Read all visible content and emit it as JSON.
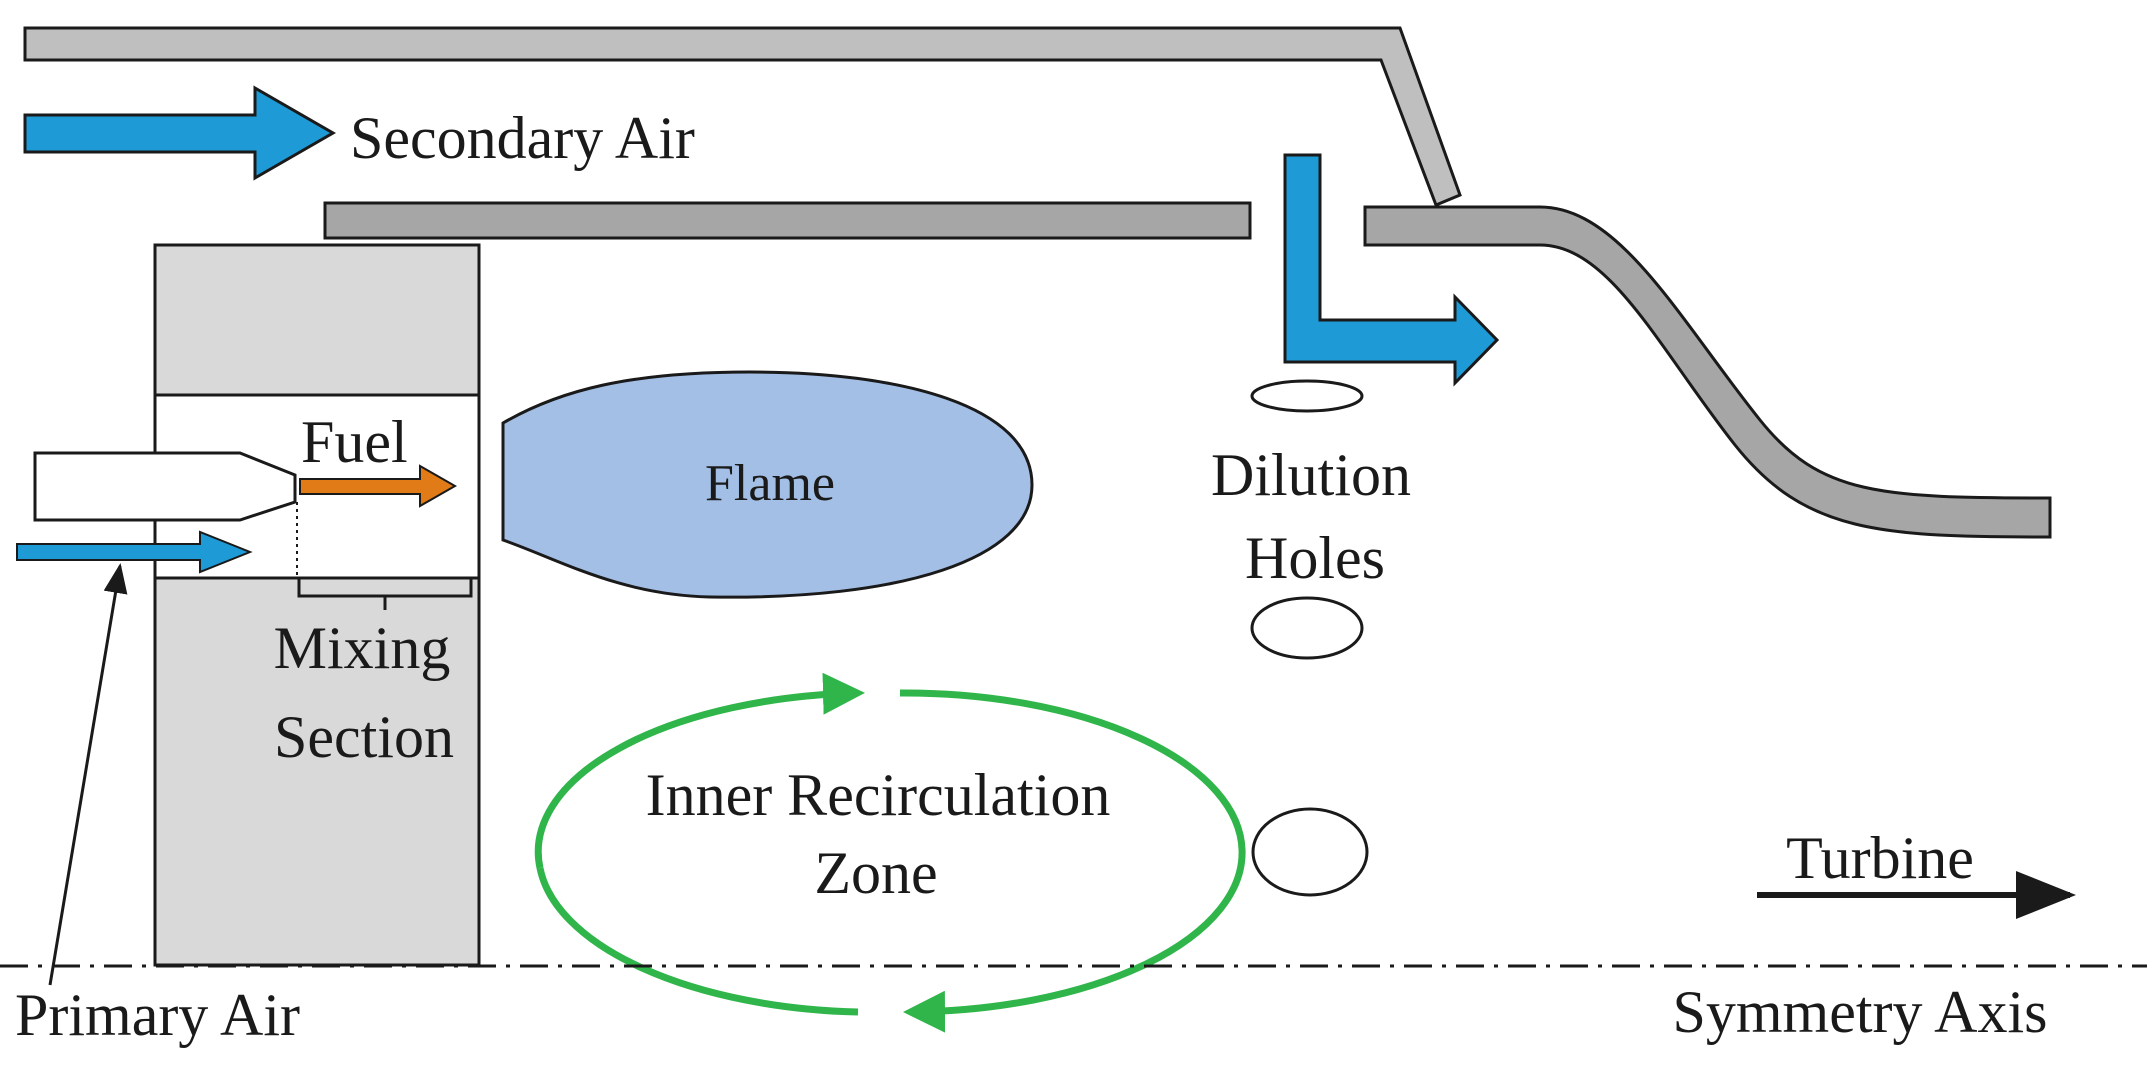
{
  "labels": {
    "secondary_air": "Secondary Air",
    "fuel": "Fuel",
    "flame": "Flame",
    "dilution_line1": "Dilution",
    "dilution_line2": "Holes",
    "mixing_line1": "Mixing",
    "mixing_line2": "Section",
    "recirc_line1": "Inner Recirculation",
    "recirc_line2": "Zone",
    "turbine": "Turbine",
    "primary_air": "Primary Air",
    "symmetry_axis": "Symmetry Axis"
  },
  "colors": {
    "air_arrow": "#1e9ad6",
    "fuel_arrow": "#e07b17",
    "flame_fill": "#a3bfe6",
    "recirculation": "#2fb54a",
    "casing_fill": "#bfbfbf",
    "liner_fill": "#a6a6a6",
    "mixing_block": "#d9d9d9",
    "outline": "#1a1a1a"
  }
}
